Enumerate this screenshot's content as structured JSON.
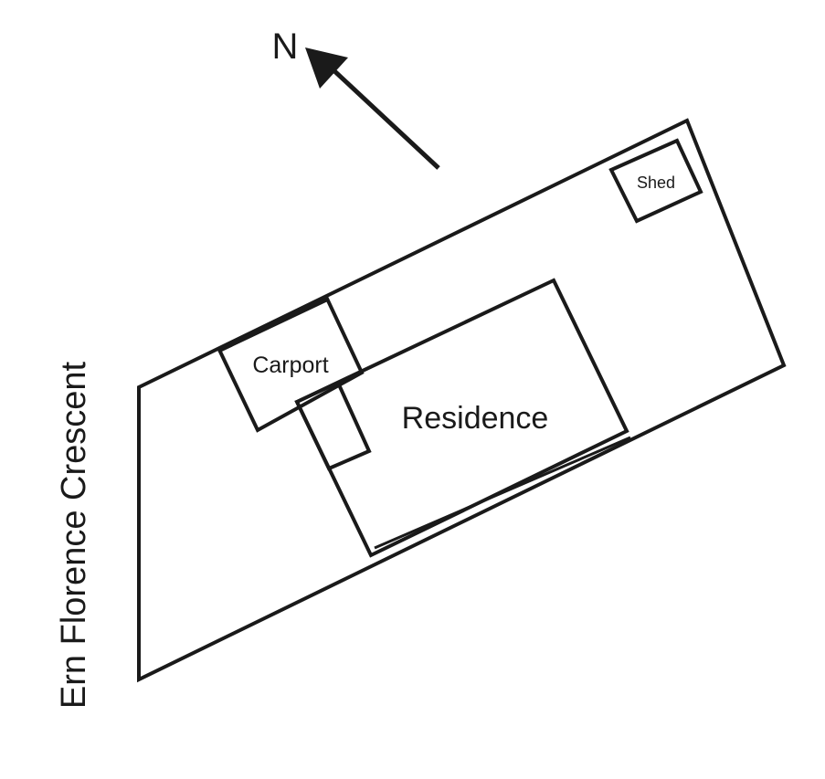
{
  "north_arrow": {
    "label": "N"
  },
  "street": {
    "name": "Ern Florence Crescent"
  },
  "buildings": {
    "residence": "Residence",
    "carport": "Carport",
    "shed": "Shed"
  },
  "colors": {
    "line": "#1a1a1a",
    "background": "#ffffff"
  }
}
